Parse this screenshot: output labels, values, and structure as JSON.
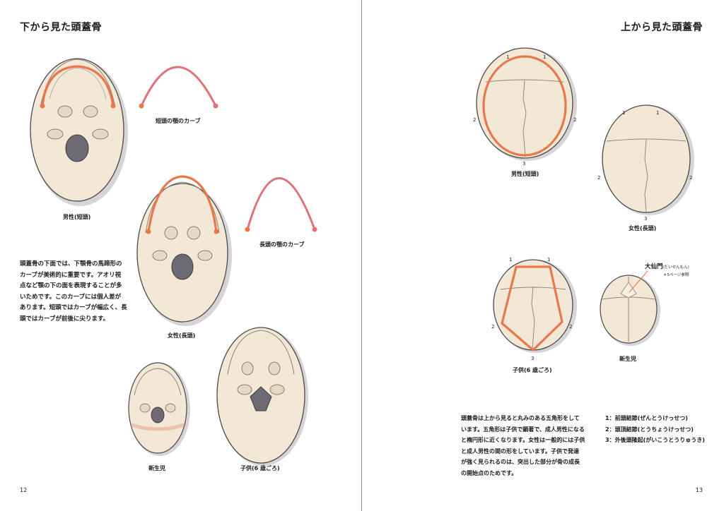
{
  "left_page": {
    "title": "下から見た頭蓋骨",
    "captions": {
      "male": "男性(短頭)",
      "female": "女性(長頭)",
      "newborn": "新生児",
      "child": "子供(6 歳ごろ)",
      "short_curve": "短頭の顎のカーブ",
      "long_curve": "長頭の顎のカーブ"
    },
    "paragraph": [
      "頭蓋骨の下面では、下顎骨の馬蹄形の",
      "カーブが美術的に重要です。アオリ視",
      "点など顎の下の面を表現することが多",
      "いためです。このカーブには個人差が",
      "あります。短頭ではカーブが幅広く、長",
      "頭ではカーブが前後に尖ります。"
    ],
    "page_number": "12"
  },
  "right_page": {
    "title": "上から見た頭蓋骨",
    "captions": {
      "male": "男性(短頭)",
      "female": "女性(長頭)",
      "child": "子供(6 歳ごろ)",
      "newborn": "新生児"
    },
    "fontanelle_label": "大仙門",
    "fontanelle_reading": "(だいせんもん)",
    "page_ref": "＊5ページ参照",
    "point_numbers": {
      "one": "1",
      "two": "2",
      "three": "3"
    },
    "paragraph": [
      "頭蓋骨は上から見ると丸みのある五角形をして",
      "います。五角形は子供で顕著で、成人男性になる",
      "と楕円形に近くなります。女性は一般的には子供",
      "と成人男性の間の形をしています。子供で発達",
      "が強く見られるのは、突出した部分が骨の成長",
      "の開始点のためです。"
    ],
    "legend": [
      "1：前頭結節(ぜんとうけっせつ)",
      "2：頭頂結節(とうちょうけっせつ)",
      "3：外後頭隆起(がいこうとうりゅうき)"
    ],
    "page_number": "13"
  },
  "colors": {
    "bone": "#f3e7d6",
    "bone_shadow": "#d8d4d6",
    "outline": "#4a4a4a",
    "orange": "#e8784a",
    "pink": "#e0707a",
    "foramen": "#6e6a75"
  }
}
